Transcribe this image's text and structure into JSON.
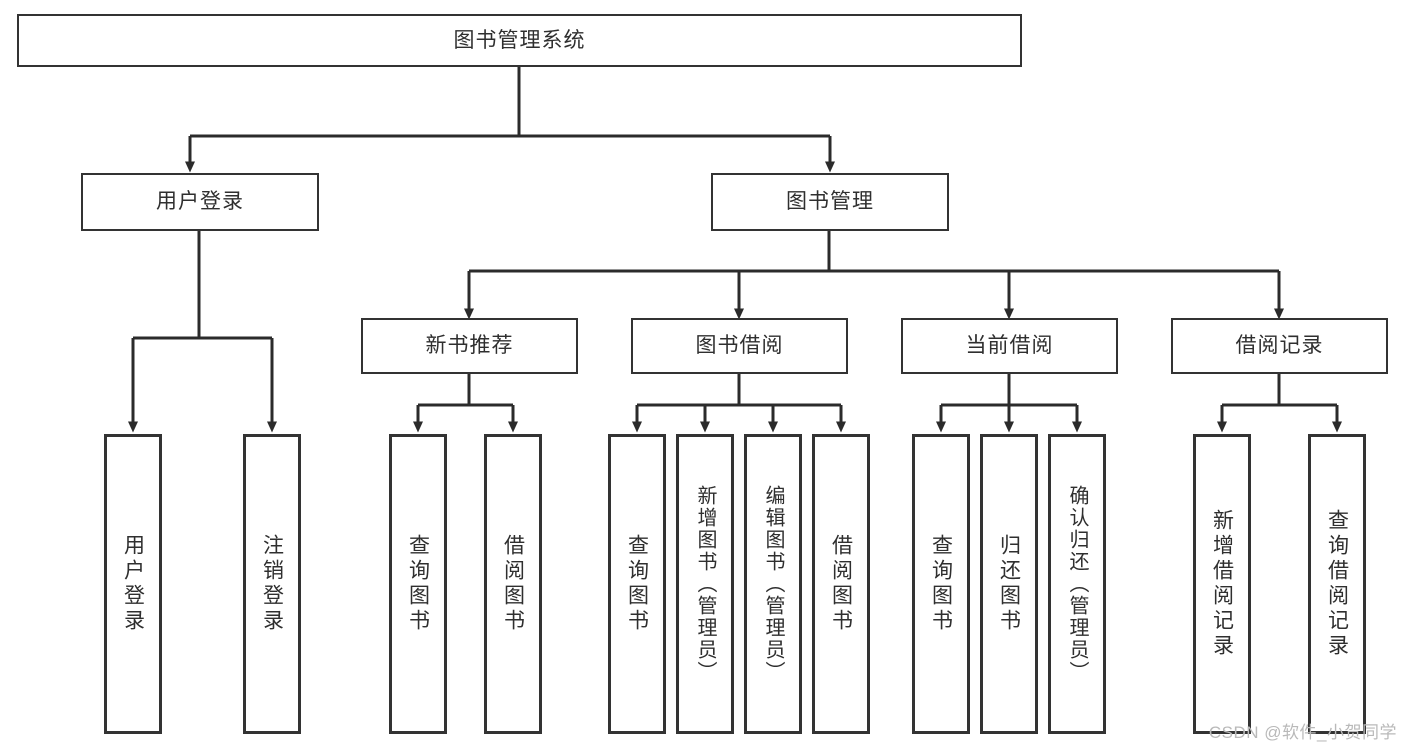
{
  "diagram": {
    "type": "tree-hierarchy",
    "title": "图书管理系统",
    "watermark": "CSDN @软件_小贺同学",
    "colors": {
      "box_border": "#333333",
      "box_fill": "#ffffff",
      "connector": "#2b2b2b",
      "text": "#2f2f2f",
      "watermark": "#b9b9b9",
      "background": "#ffffff"
    },
    "nodes": {
      "root": {
        "label": "图书管理系统"
      },
      "level1": [
        {
          "label": "用户登录"
        },
        {
          "label": "图书管理"
        }
      ],
      "level2": [
        {
          "label": "新书推荐"
        },
        {
          "label": "图书借阅"
        },
        {
          "label": "当前借阅"
        },
        {
          "label": "借阅记录"
        }
      ],
      "leaves": {
        "user_login": [
          {
            "label": "用户登录"
          },
          {
            "label": "注销登录"
          }
        ],
        "new_book_recommend": [
          {
            "label": "查询图书"
          },
          {
            "label": "借阅图书"
          }
        ],
        "book_borrow": [
          {
            "label": "查询图书"
          },
          {
            "label": "新增图书（管理员）"
          },
          {
            "label": "编辑图书（管理员）"
          },
          {
            "label": "借阅图书"
          }
        ],
        "current_borrow": [
          {
            "label": "查询图书"
          },
          {
            "label": "归还图书"
          },
          {
            "label": "确认归还（管理员）"
          }
        ],
        "borrow_record": [
          {
            "label": "新增借阅记录"
          },
          {
            "label": "查询借阅记录"
          }
        ]
      }
    }
  }
}
